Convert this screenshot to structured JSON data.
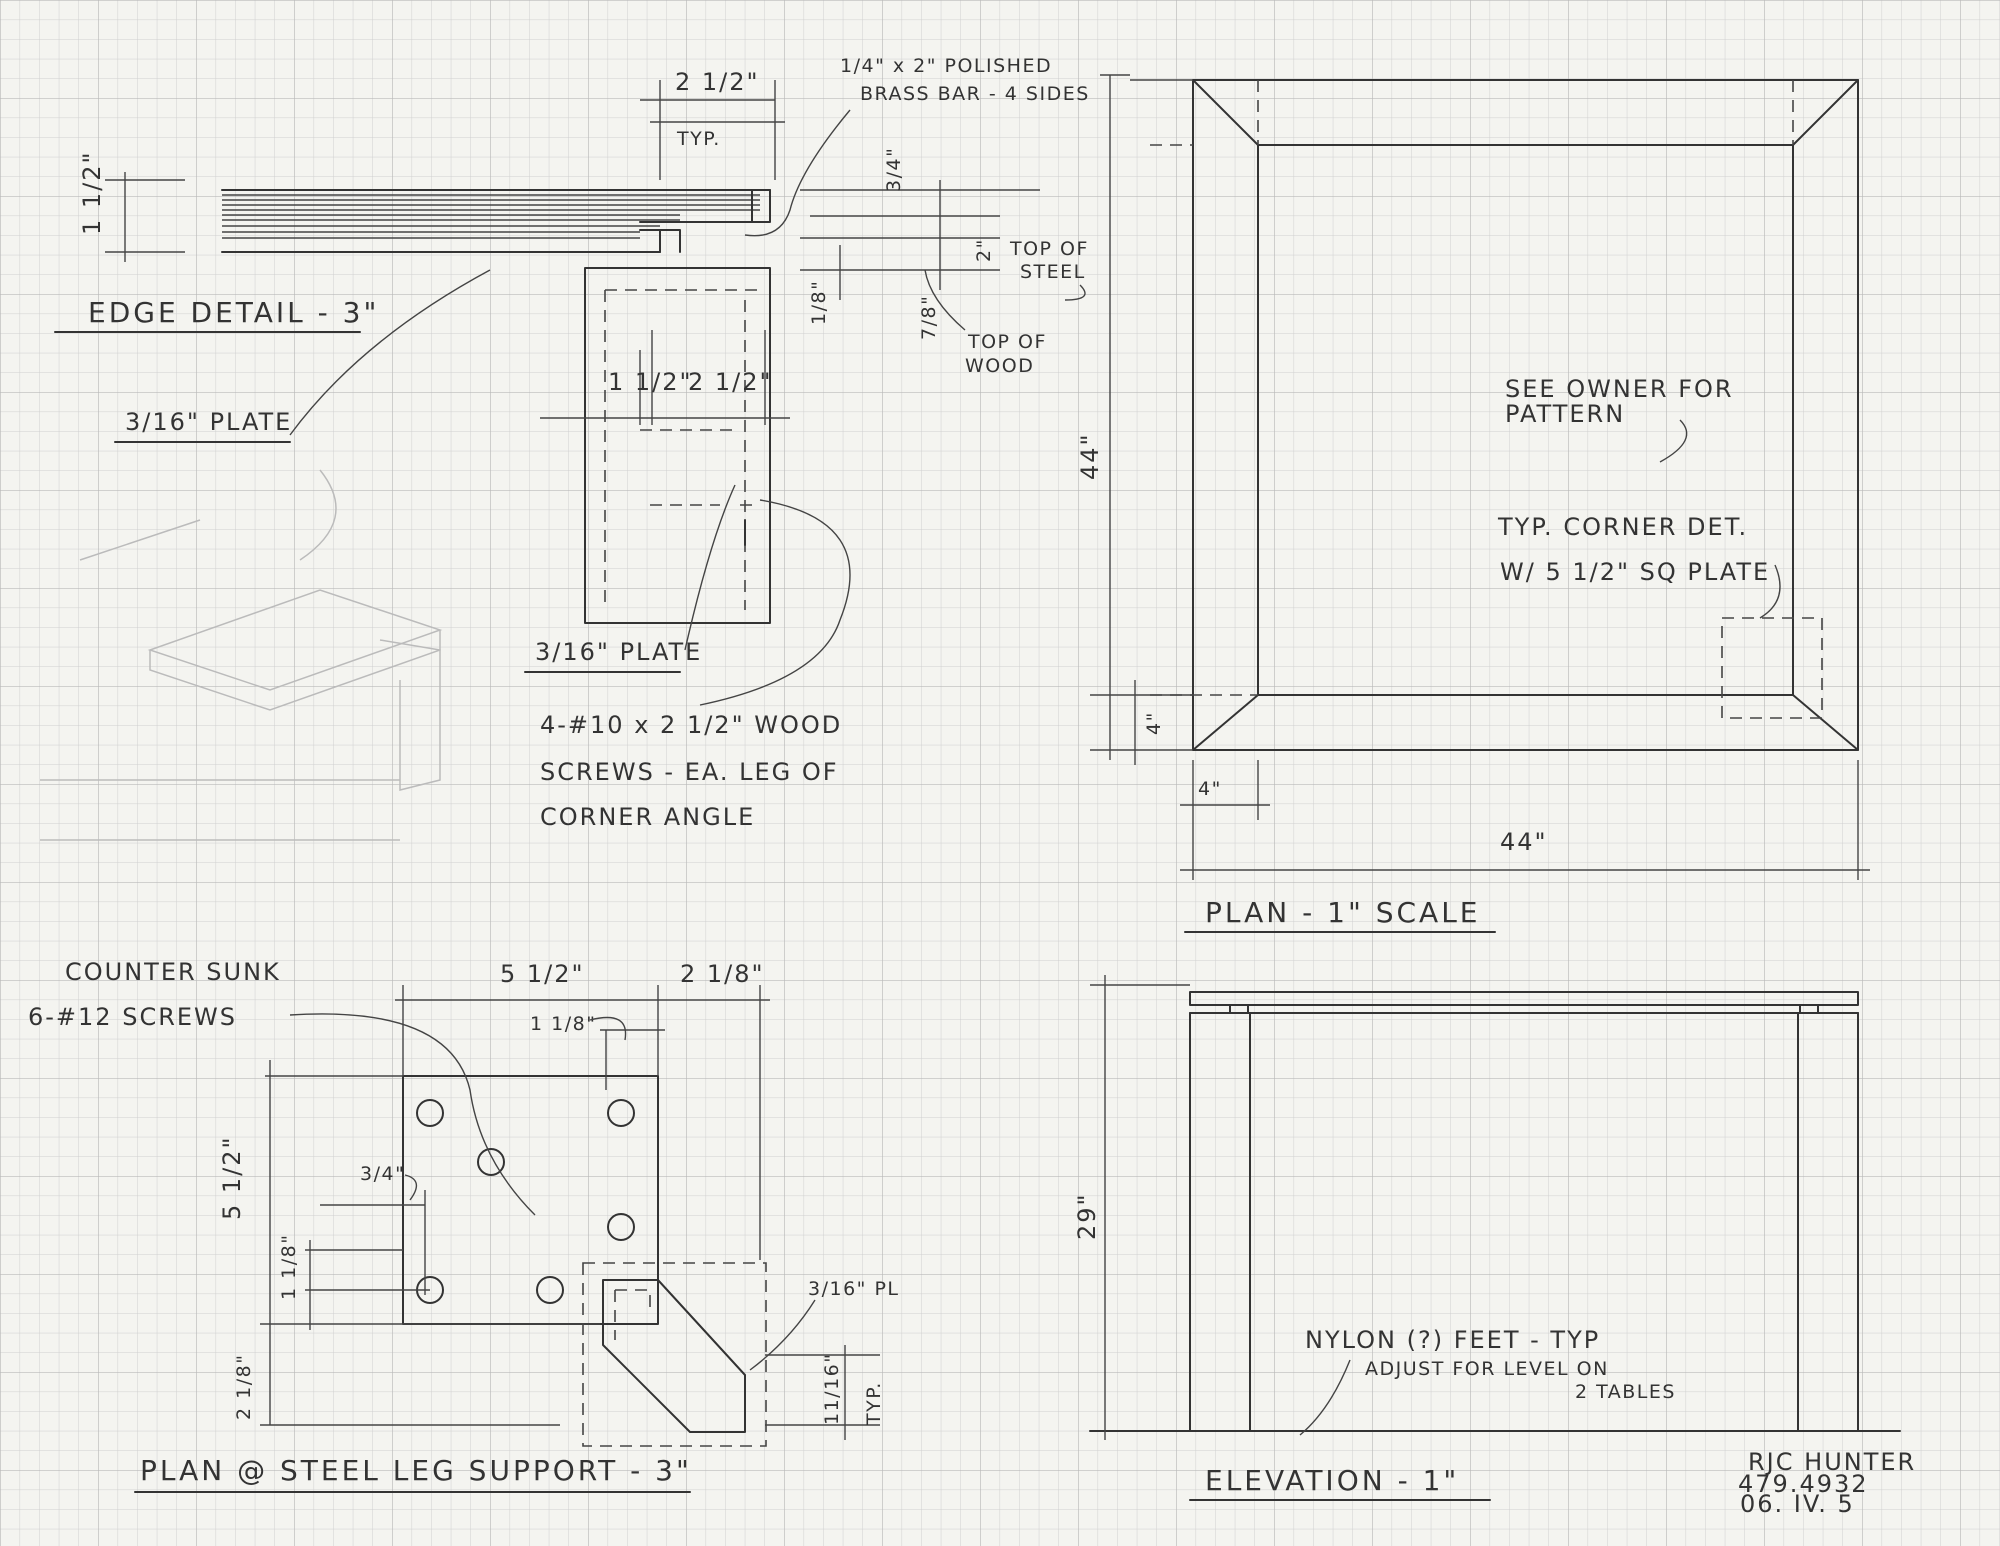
{
  "edge_detail": {
    "title": "EDGE DETAIL - 3\"",
    "dim_thickness": "1 1/2\"",
    "dim_typ_width": "2 1/2\"",
    "typ": "TYP.",
    "brass_bar": "1/4\" x 2\" POLISHED",
    "brass_bar_2": "BRASS BAR - 4 SIDES",
    "dim_3_4": "3/4\"",
    "dim_2": "2\"",
    "dim_1_8": "1/8\"",
    "dim_7_8": "7/8\"",
    "top_of_steel": "TOP OF",
    "top_of_steel_2": "STEEL",
    "top_of_wood": "TOP OF",
    "top_of_wood_2": "WOOD",
    "plate_label": "3/16\" PLATE",
    "dim_1_5": "1 1/2\"",
    "dim_2_5": "2 1/2\"",
    "plate_label_2": "3/16\" PLATE",
    "screws_1": "4-#10 x 2 1/2\" WOOD",
    "screws_2": "SCREWS - EA. LEG OF",
    "screws_3": "CORNER ANGLE"
  },
  "plan": {
    "title": "PLAN - 1\" SCALE",
    "dim_height": "44\"",
    "dim_width": "44\"",
    "dim_4_v": "4\"",
    "dim_4_h": "4\"",
    "note_owner_1": "SEE OWNER FOR",
    "note_owner_2": "PATTERN",
    "note_corner_1": "TYP. CORNER DET.",
    "note_corner_2": "W/ 5 1/2\" SQ PLATE"
  },
  "steel_plan": {
    "title": "PLAN @ STEEL LEG SUPPORT - 3\"",
    "counter_1": "COUNTER SUNK",
    "counter_2": "6-#12 SCREWS",
    "dim_5_5_h": "5 1/2\"",
    "dim_2_125": "2 1/8\"",
    "dim_1_125_top": "1 1/8\"",
    "dim_5_5_v": "5 1/2\"",
    "dim_3_4": "3/4\"",
    "dim_1_125_side": "1 1/8\"",
    "dim_2_125_v": "2 1/8\"",
    "plate_note": "3/16\" PL",
    "dim_11_16": "11/16\"",
    "typ": "TYP."
  },
  "elevation": {
    "title": "ELEVATION - 1\"",
    "dim_height": "29\"",
    "note_1": "NYLON (?) FEET - TYP",
    "note_2": "ADJUST FOR LEVEL ON",
    "note_3": "2 TABLES"
  },
  "signature": {
    "name": "RJC HUNTER",
    "phone": "479.4932",
    "date": "06. IV. 5"
  }
}
